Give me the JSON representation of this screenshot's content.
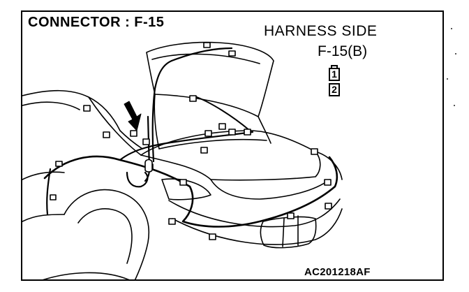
{
  "title": "CONNECTOR : F-15",
  "harness_side_label": "HARNESS SIDE",
  "connector_label": "F-15(B)",
  "pins": [
    "1",
    "2"
  ],
  "figure_code": "AC201218AF"
}
